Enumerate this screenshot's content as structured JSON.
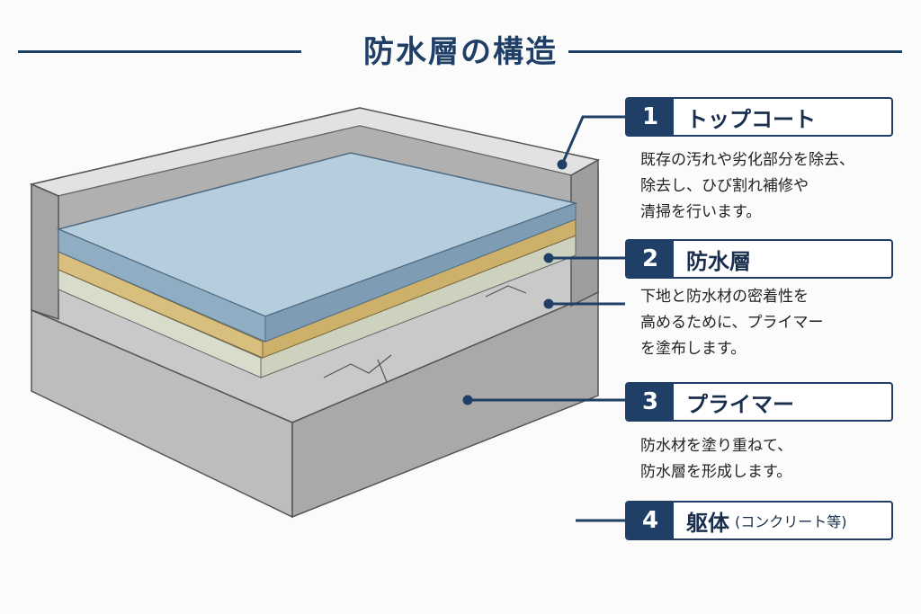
{
  "title": "防水層の構造",
  "colors": {
    "navy": "#1f3f66",
    "topcoat": "#a9c3d6",
    "yellow": "#d9bf7e",
    "primer": "#d8dccb",
    "concrete": "#b5b5b5"
  },
  "items": [
    {
      "num": "1",
      "label": "トップコート",
      "sub": "",
      "desc": [
        "既存の汚れや劣化部分を除去、",
        "除去し、ひび割れ補修や",
        "清掃を行います。"
      ]
    },
    {
      "num": "2",
      "label": "防水層",
      "sub": "",
      "desc": [
        "下地と防水材の密着性を",
        "高めるために、プライマー",
        "を塗布します。"
      ]
    },
    {
      "num": "3",
      "label": "プライマー",
      "sub": "",
      "desc": [
        "防水材を塗り重ねて、",
        "防水層を形成します。"
      ]
    },
    {
      "num": "4",
      "label": "躯体",
      "sub": "(コンクリート等)",
      "desc": []
    }
  ]
}
